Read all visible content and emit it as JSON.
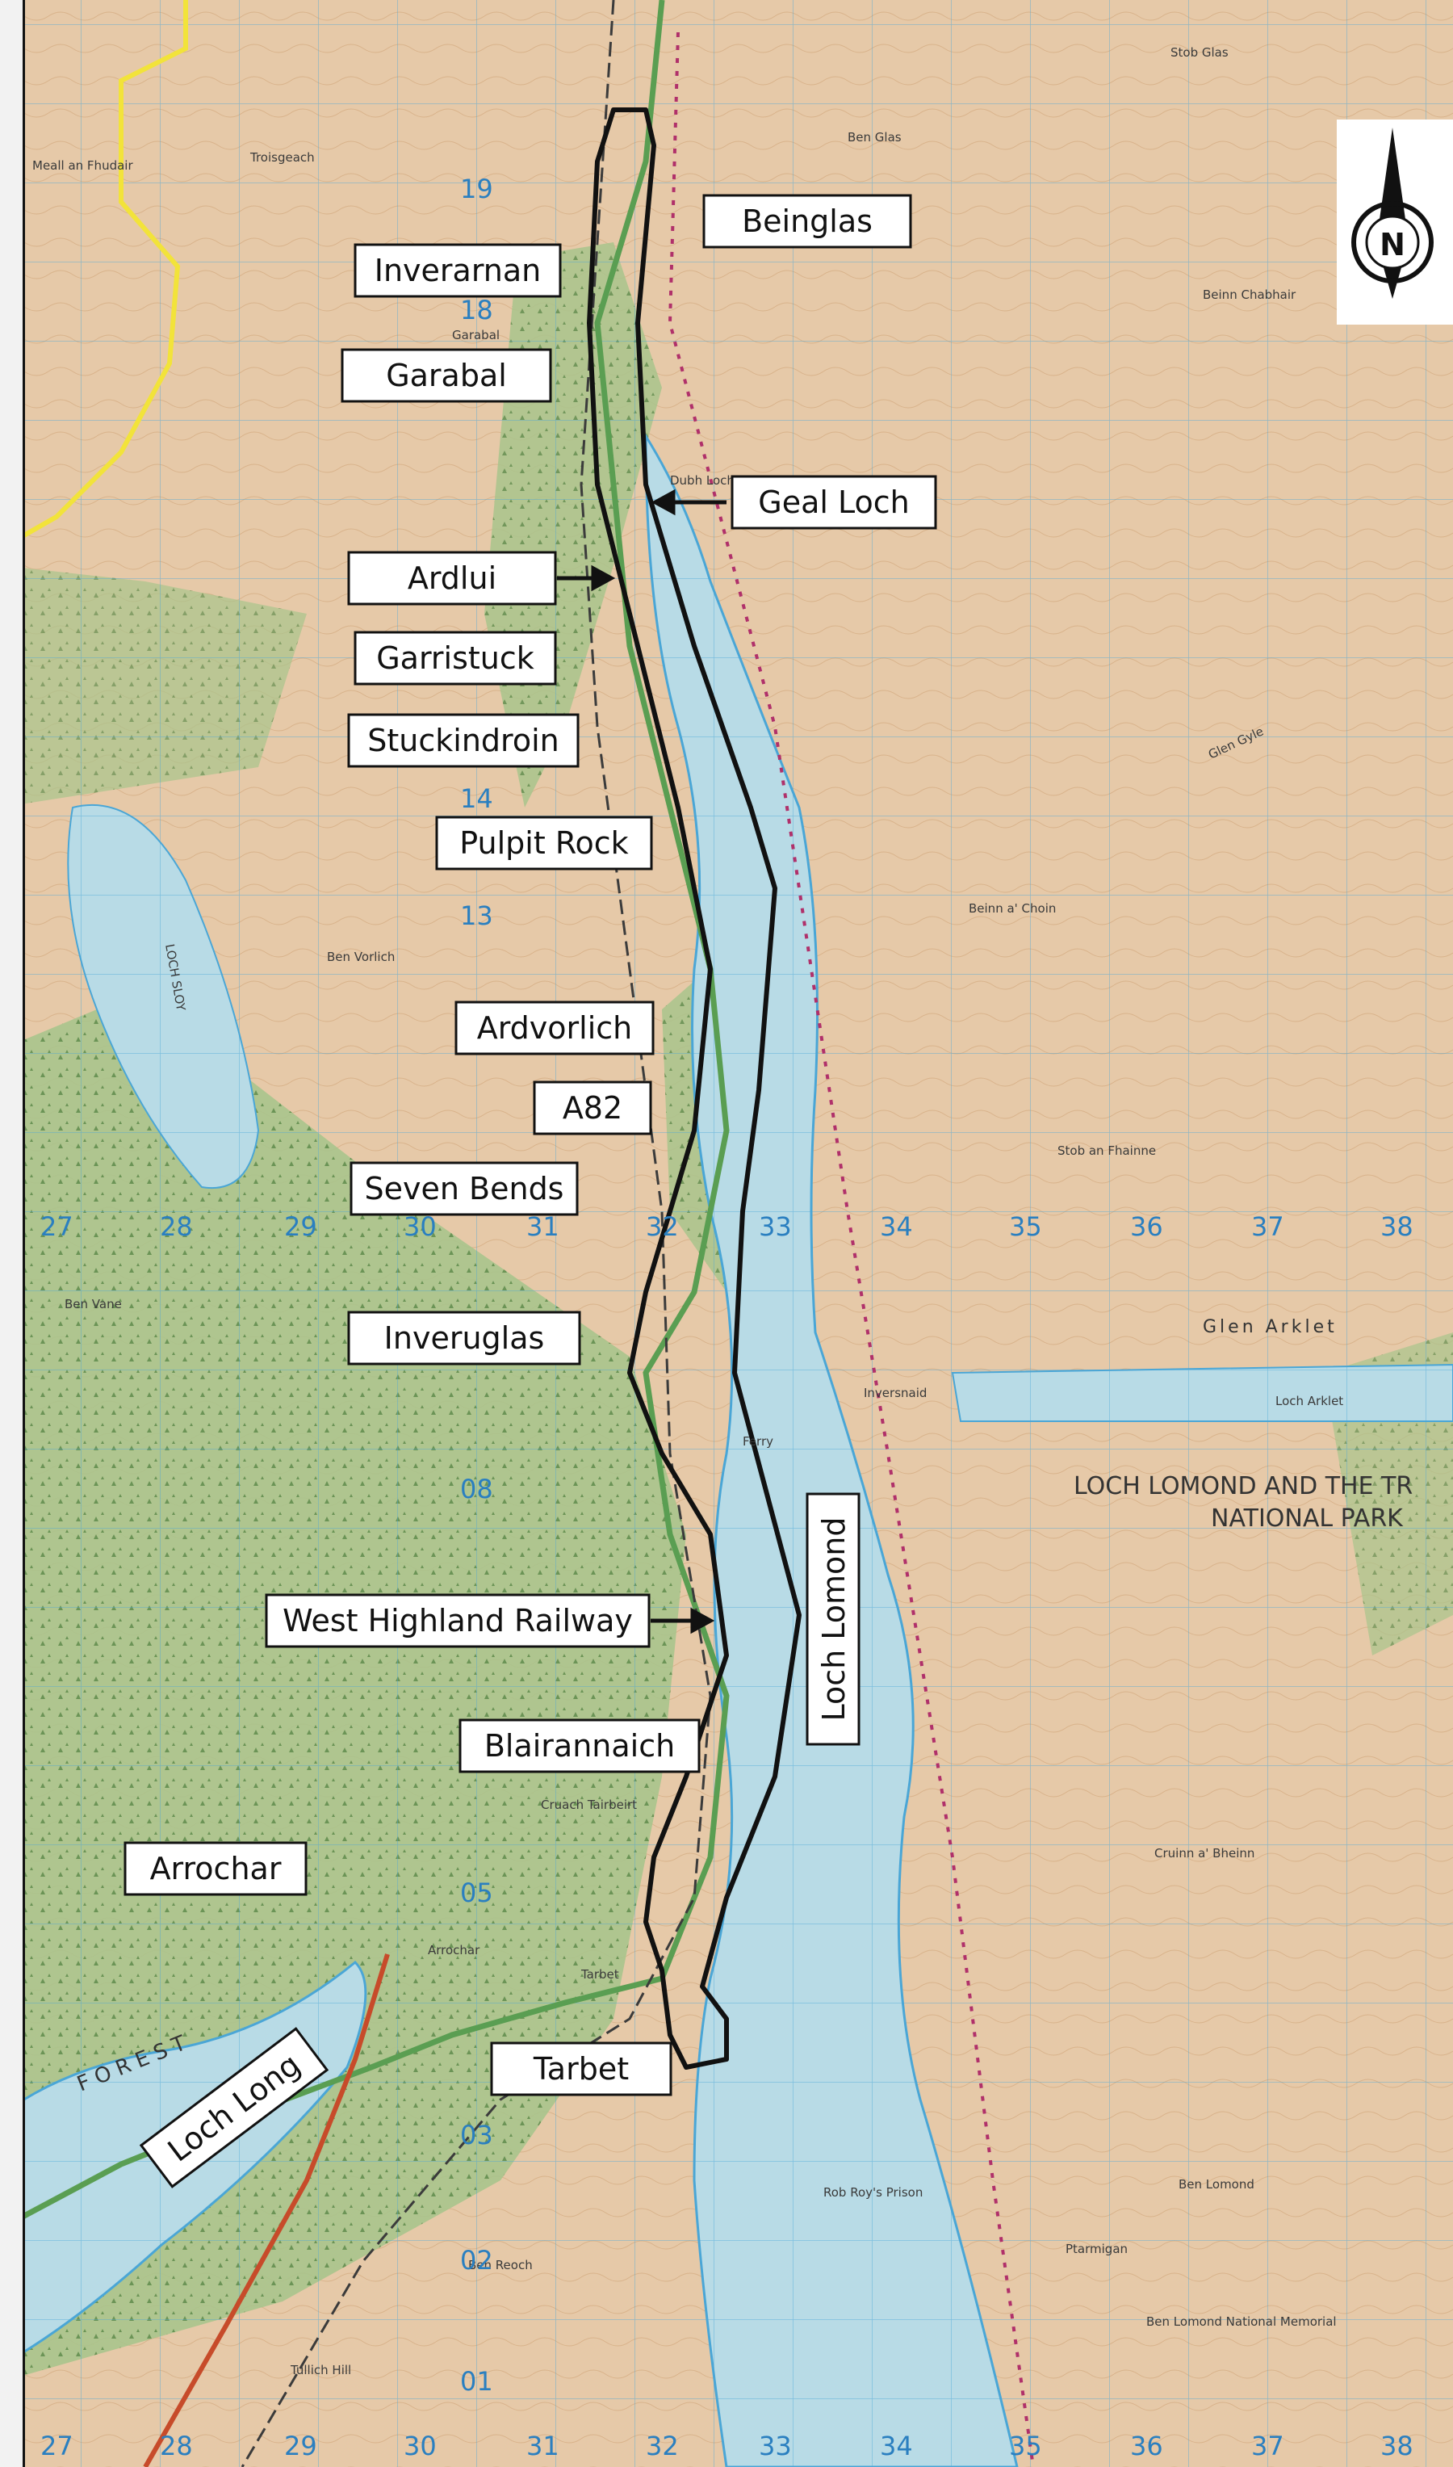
{
  "map": {
    "callouts": [
      {
        "id": "beinglas",
        "text": "Beinglas"
      },
      {
        "id": "inverarnan",
        "text": "Inverarnan"
      },
      {
        "id": "garabal",
        "text": "Garabal"
      },
      {
        "id": "geal-loch",
        "text": "Geal Loch"
      },
      {
        "id": "ardlui",
        "text": "Ardlui"
      },
      {
        "id": "garristuck",
        "text": "Garristuck"
      },
      {
        "id": "stuckindroin",
        "text": "Stuckindroin"
      },
      {
        "id": "pulpit-rock",
        "text": "Pulpit Rock"
      },
      {
        "id": "ardvorlich",
        "text": "Ardvorlich"
      },
      {
        "id": "a82",
        "text": "A82"
      },
      {
        "id": "seven-bends",
        "text": "Seven Bends"
      },
      {
        "id": "inveruglas",
        "text": "Inveruglas"
      },
      {
        "id": "loch-lomond",
        "text": "Loch Lomond"
      },
      {
        "id": "west-highland-railway",
        "text": "West Highland Railway"
      },
      {
        "id": "blairannaich",
        "text": "Blairannaich"
      },
      {
        "id": "arrochar",
        "text": "Arrochar"
      },
      {
        "id": "loch-long",
        "text": "Loch Long"
      },
      {
        "id": "tarbet",
        "text": "Tarbet"
      }
    ],
    "base_labels": {
      "park_line1": "LOCH LOMOND AND THE TR",
      "park_line2": "NATIONAL PARK",
      "glen_arklet": "Glen Arklet",
      "loch_arklet": "Loch Arklet",
      "loch_sloy": "LOCH SLOY",
      "ben_vorlich": "Ben Vorlich",
      "ben_vane": "Ben Vane",
      "beinn_a_choin": "Beinn a' Choin",
      "ben_glas": "Ben Glas",
      "stob_glas": "Stob Glas",
      "beinn_chabhair": "Beinn Chabhair",
      "garabal_hill": "Garabal",
      "dubh_lochan": "Dubh Lochan",
      "arrochar_town": "Arrochar",
      "tarbet_town": "Tarbet",
      "ben_lomond": "Ben Lomond",
      "ben_lomond_memorial": "Ben Lomond National Memorial",
      "ben_reoch": "Ben Reoch",
      "tullich_hill": "Tullich Hill",
      "cruinn_a_bheinn": "Cruinn a' Bheinn",
      "ptarmigan": "Ptarmigan",
      "rob_roys_prison": "Rob Roy's Prison",
      "inversnaid": "Inversnaid",
      "ferry": "Ferry",
      "forest": "FOREST",
      "glen_gyle": "Glen Gyle",
      "stob_an_fhainne": "Stob an Fhainne",
      "cruach_tairbeirt": "Cruach Tairbeirt",
      "meall_an_fhudair": "Meall an Fhudair",
      "troisgeach": "Troisgeach"
    },
    "grid_numbers": {
      "eastings": [
        "27",
        "28",
        "29",
        "30",
        "31",
        "32",
        "33",
        "34",
        "35",
        "36",
        "37",
        "38"
      ],
      "northings": [
        "19",
        "18",
        "14",
        "13",
        "08",
        "05",
        "03",
        "02",
        "01"
      ]
    },
    "compass": {
      "letter": "N"
    },
    "colors": {
      "background": "#e6c9a8",
      "forest": "#a9c48c",
      "water": "#b8dbe6",
      "route": "#111111",
      "road": "#5a9e52",
      "grid": "#4aa6d6",
      "boundary": "#f2e33a"
    },
    "icons": [
      "north-arrow-icon"
    ]
  }
}
